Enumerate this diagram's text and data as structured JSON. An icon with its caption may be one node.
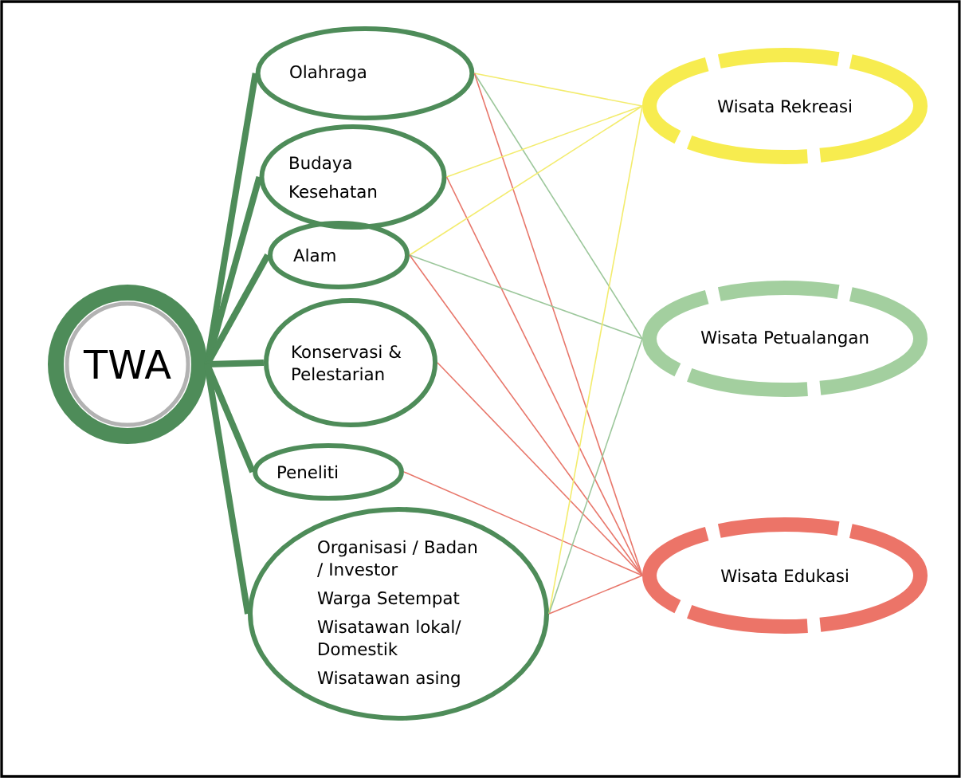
{
  "diagram": {
    "nodes": [
      {
        "text": [
          "TWA"
        ]
      },
      {
        "text": [
          "Olahraga"
        ]
      },
      {
        "text": [
          "Budaya",
          "Kesehatan"
        ]
      },
      {
        "text": [
          "Alam"
        ]
      },
      {
        "text": [
          "Konservasi & Pelestarian"
        ]
      },
      {
        "text": [
          "Peneliti"
        ]
      },
      {
        "text": [
          "Organisasi / Badan / Investor",
          "Warga Setempat",
          "Wisatawan lokal/ Domestik",
          "Wisatawan asing"
        ]
      },
      {
        "text": [
          "Wisata Rekreasi"
        ]
      },
      {
        "text": [
          "Wisata Petualangan"
        ]
      },
      {
        "text": [
          "Wisata Edukasi"
        ]
      }
    ],
    "edges": [
      {
        "from": 0,
        "to": 1,
        "arrow": "none",
        "style": "thick",
        "color": "#4e8c59"
      },
      {
        "from": 0,
        "to": 2,
        "arrow": "none",
        "style": "thick",
        "color": "#4e8c59"
      },
      {
        "from": 0,
        "to": 3,
        "arrow": "none",
        "style": "thick",
        "color": "#4e8c59"
      },
      {
        "from": 0,
        "to": 4,
        "arrow": "none",
        "style": "thick",
        "color": "#4e8c59"
      },
      {
        "from": 0,
        "to": 5,
        "arrow": "none",
        "style": "thick",
        "color": "#4e8c59"
      },
      {
        "from": 0,
        "to": 6,
        "arrow": "none",
        "style": "thick",
        "color": "#4e8c59"
      },
      {
        "from": 1,
        "to": 7,
        "arrow": "none",
        "color": "#f3ec6e"
      },
      {
        "from": 1,
        "to": 8,
        "arrow": "none",
        "color": "#9cc79b"
      },
      {
        "from": 1,
        "to": 9,
        "arrow": "none",
        "color": "#e8776b"
      },
      {
        "from": 2,
        "to": 7,
        "arrow": "none",
        "color": "#f3ec6e"
      },
      {
        "from": 2,
        "to": 9,
        "arrow": "none",
        "color": "#e8776b"
      },
      {
        "from": 3,
        "to": 7,
        "arrow": "none",
        "color": "#f3ec6e"
      },
      {
        "from": 3,
        "to": 8,
        "arrow": "none",
        "color": "#9cc79b"
      },
      {
        "from": 3,
        "to": 9,
        "arrow": "none",
        "color": "#e8776b"
      },
      {
        "from": 4,
        "to": 9,
        "arrow": "none",
        "color": "#e8776b"
      },
      {
        "from": 5,
        "to": 9,
        "arrow": "none",
        "color": "#e8776b"
      },
      {
        "from": 6,
        "to": 7,
        "arrow": "none",
        "color": "#f3ec6e"
      },
      {
        "from": 6,
        "to": 8,
        "arrow": "none",
        "color": "#9cc79b"
      },
      {
        "from": 6,
        "to": 9,
        "arrow": "none",
        "color": "#e8776b"
      }
    ]
  }
}
